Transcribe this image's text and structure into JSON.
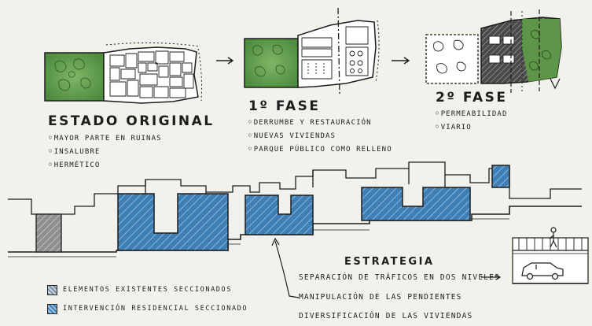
{
  "phases": [
    {
      "title": "ESTADO ORIGINAL",
      "items": [
        "MAYOR PARTE EN RUINAS",
        "INSALUBRE",
        "HERMÉTICO"
      ]
    },
    {
      "title": "1º FASE",
      "items": [
        "DERRUMBE Y RESTAURACIÓN",
        "NUEVAS VIVIENDAS",
        "PARQUE PÚBLICO COMO RELLENO"
      ]
    },
    {
      "title": "2º FASE",
      "items": [
        "PERMEABILIDAD",
        "VIARIO"
      ]
    }
  ],
  "strategy": {
    "title": "ESTRATEGIA",
    "items": [
      "SEPARACIÓN DE TRÁFICOS EN DOS NIVELES",
      "MANIPULACIÓN DE LAS PENDIENTES",
      "DIVERSIFICACIÓN DE LAS VIVIENDAS"
    ]
  },
  "legend": [
    {
      "label": "ELEMENTOS EXISTENTES SECCIONADOS",
      "swatch": "gray-hatch"
    },
    {
      "label": "INTERVENCIÓN RESIDENCIAL SECCIONADO",
      "swatch": "blue-hatch"
    }
  ],
  "colors": {
    "paper": "#f3f1ec",
    "ink": "#1d1d1d",
    "park_green": "#5f9e4c",
    "residential_blue": "#3f7fb5",
    "existing_gray": "#9a9a9a"
  }
}
